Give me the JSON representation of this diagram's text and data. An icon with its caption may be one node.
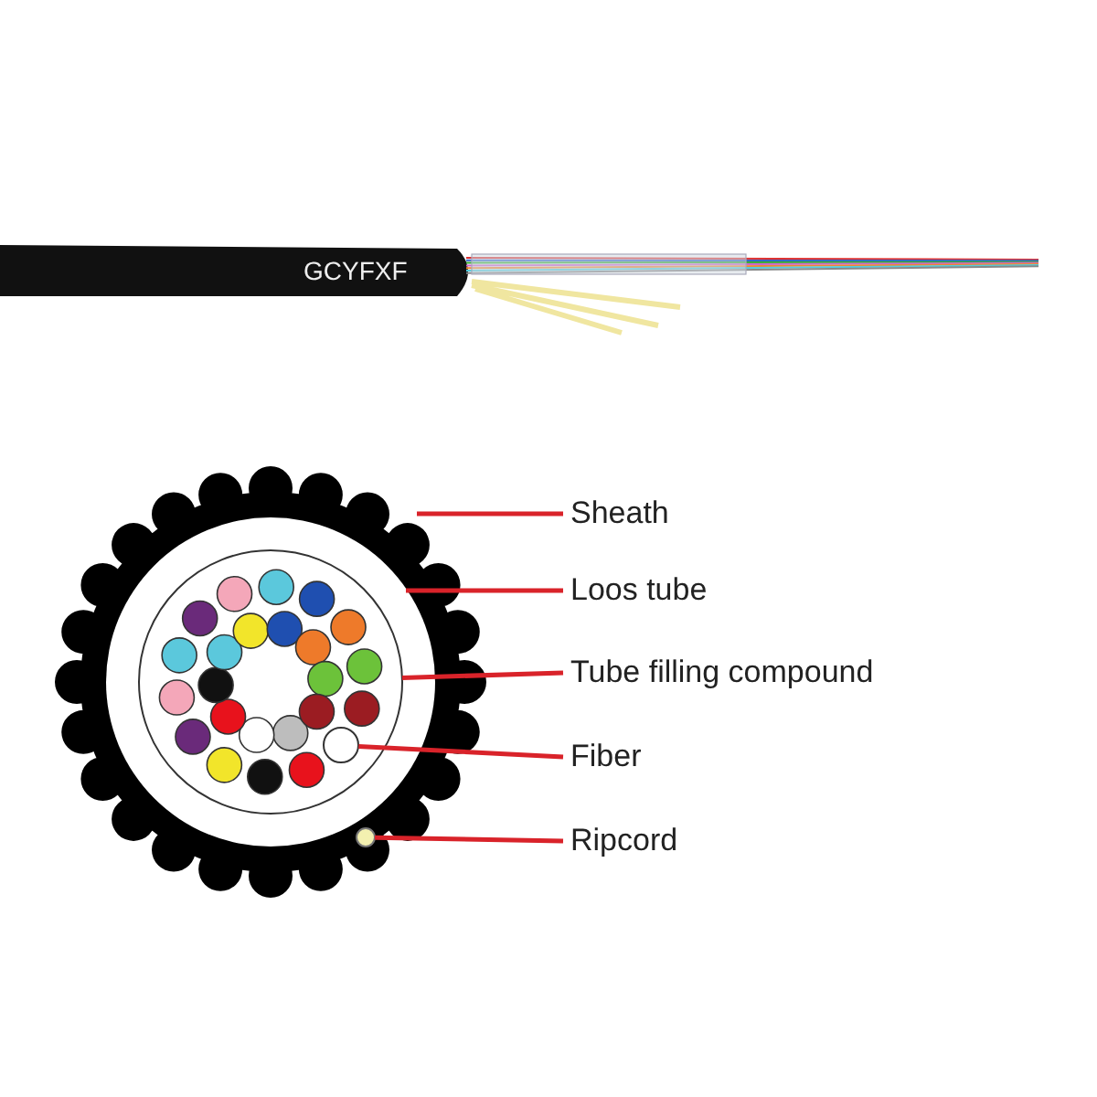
{
  "diagram": {
    "nodes": [
      {
        "text": [
          "Sheath"
        ]
      },
      {
        "text": [
          "Loos tube"
        ]
      },
      {
        "text": [
          "Tube filling compound"
        ]
      },
      {
        "text": [
          "Fiber"
        ]
      },
      {
        "text": [
          "Ripcord"
        ]
      },
      {
        "text": [],
        "shape": "circle"
      },
      {
        "text": [],
        "shape": "circle",
        "in": 5
      },
      {
        "text": [],
        "shape": "circle",
        "in": 6
      },
      {
        "text": [],
        "shape": "circle",
        "in": 7
      },
      {
        "text": [],
        "shape": "circle",
        "in": 5
      }
    ],
    "edges": [
      {
        "from": 0,
        "to": 5,
        "arrow": "none"
      },
      {
        "from": 1,
        "to": 6,
        "arrow": "none"
      },
      {
        "from": 2,
        "to": 7,
        "arrow": "none"
      },
      {
        "from": 3,
        "to": 8,
        "arrow": "none"
      },
      {
        "from": 4,
        "to": 9,
        "arrow": "none"
      }
    ],
    "labels": [
      "GCYFXF"
    ]
  }
}
